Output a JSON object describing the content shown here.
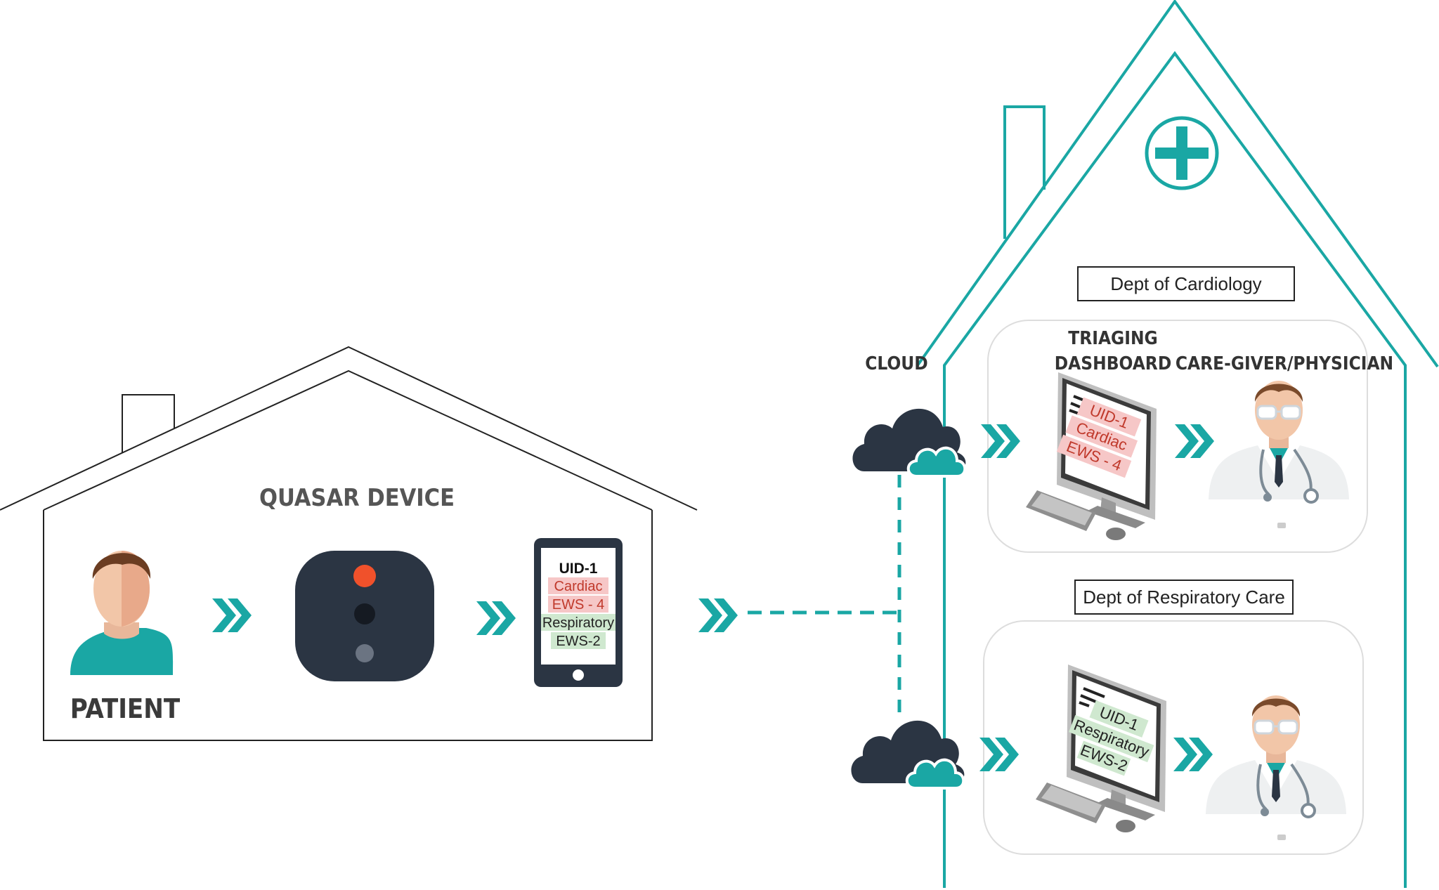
{
  "colors": {
    "teal": "#1aa7a4",
    "dark": "#2b3543",
    "line": "#222222",
    "cardiac_bg": "#f6c7c7",
    "cardiac_text": "#c0392b",
    "resp_bg": "#cfe8cf",
    "red_led": "#f0512b"
  },
  "icons": [
    "person-icon",
    "sensor-device-icon",
    "phone-icon",
    "cloud-icon",
    "monitor-icon",
    "doctor-icon",
    "chevron-double-right-icon",
    "medical-cross-icon"
  ],
  "labels": {
    "quasar_device": "QUASAR DEVICE",
    "patient": "PATIENT",
    "cloud": "CLOUD",
    "triaging": "TRIAGING",
    "dashboard": "DASHBOARD",
    "caregiver": "CARE-GIVER/PHYSICIAN",
    "dept_cardiology": "Dept of Cardiology",
    "dept_respiratory": "Dept of Respiratory Care"
  },
  "phone": {
    "uid": "UID-1",
    "cardiac": "Cardiac",
    "cardiac_ews": "EWS - 4",
    "respiratory": "Respiratory",
    "resp_ews": "EWS-2"
  },
  "monitor_cardiology": {
    "uid": "UID-1",
    "line2": "Cardiac",
    "line3": "EWS - 4"
  },
  "monitor_respiratory": {
    "uid": "UID-1",
    "line2": "Respiratory",
    "line3": "EWS-2"
  }
}
